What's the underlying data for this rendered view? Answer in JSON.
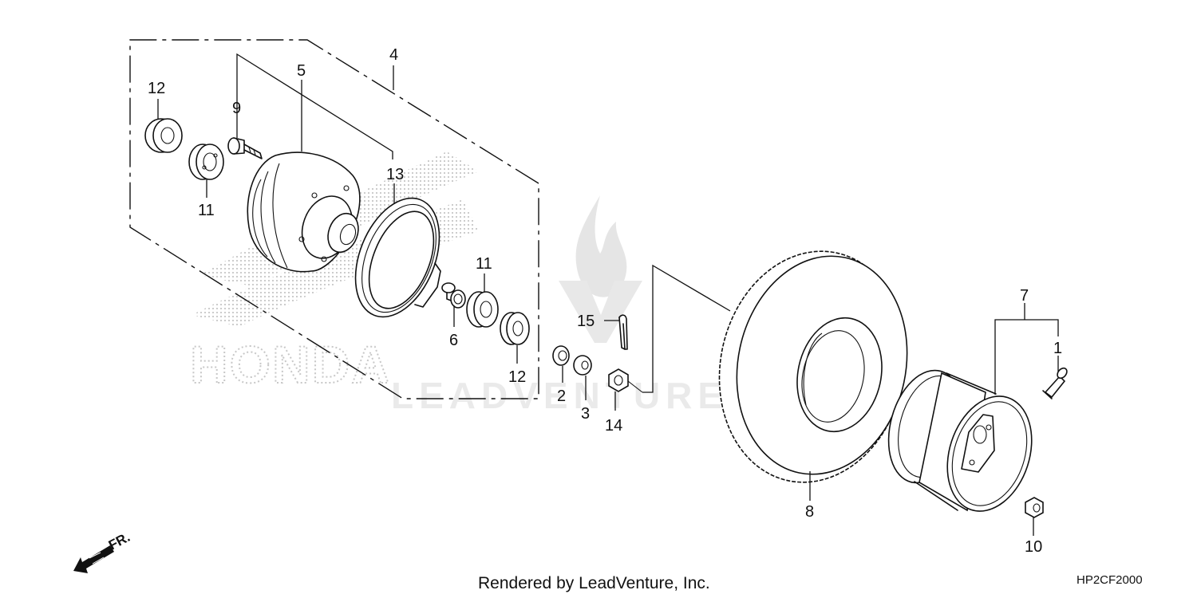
{
  "callouts": {
    "c1": "1",
    "c2": "2",
    "c3": "3",
    "c4": "4",
    "c5": "5",
    "c6": "6",
    "c7": "7",
    "c8": "8",
    "c9": "9",
    "c10": "10",
    "c11a": "11",
    "c11b": "11",
    "c12a": "12",
    "c12b": "12",
    "c13": "13",
    "c14": "14",
    "c15": "15"
  },
  "direction_label": "FR.",
  "footer": {
    "rendered_by": "Rendered by LeadVenture, Inc.",
    "diagram_code": "HP2CF2000"
  },
  "watermark": {
    "brand": "HONDA",
    "vendor": "LEADVENTURE"
  },
  "colors": {
    "line": "#111111",
    "watermark": "#d7d7d7",
    "background": "#ffffff"
  },
  "icons": [
    "arrow-left-down-icon",
    "leadventure-flame-icon",
    "honda-wing-logo"
  ]
}
